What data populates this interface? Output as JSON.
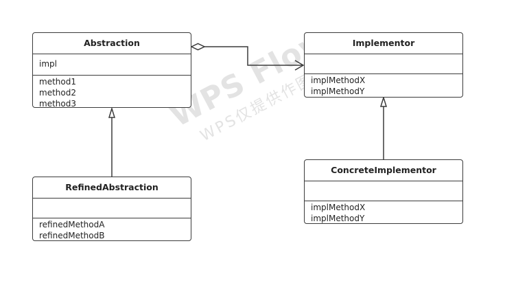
{
  "watermark": {
    "title": "WPS Flow",
    "subtitle": "WPS仅提供作图能力"
  },
  "classes": {
    "abstraction": {
      "name": "Abstraction",
      "attributes": [
        "impl"
      ],
      "methods": [
        "method1",
        "method2",
        "method3"
      ]
    },
    "implementor": {
      "name": "Implementor",
      "attributes": [],
      "methods": [
        "implMethodX",
        "implMethodY"
      ]
    },
    "refined": {
      "name": "RefinedAbstraction",
      "attributes": [],
      "methods": [
        "refinedMethodA",
        "refinedMethodB"
      ]
    },
    "concrete": {
      "name": "ConcreteImplementor",
      "attributes": [],
      "methods": [
        "implMethodX",
        "implMethodY"
      ]
    }
  },
  "relations": [
    {
      "type": "aggregation",
      "from": "abstraction",
      "to": "implementor"
    },
    {
      "type": "inheritance",
      "from": "refined",
      "to": "abstraction"
    },
    {
      "type": "realization",
      "from": "concrete",
      "to": "implementor"
    }
  ]
}
